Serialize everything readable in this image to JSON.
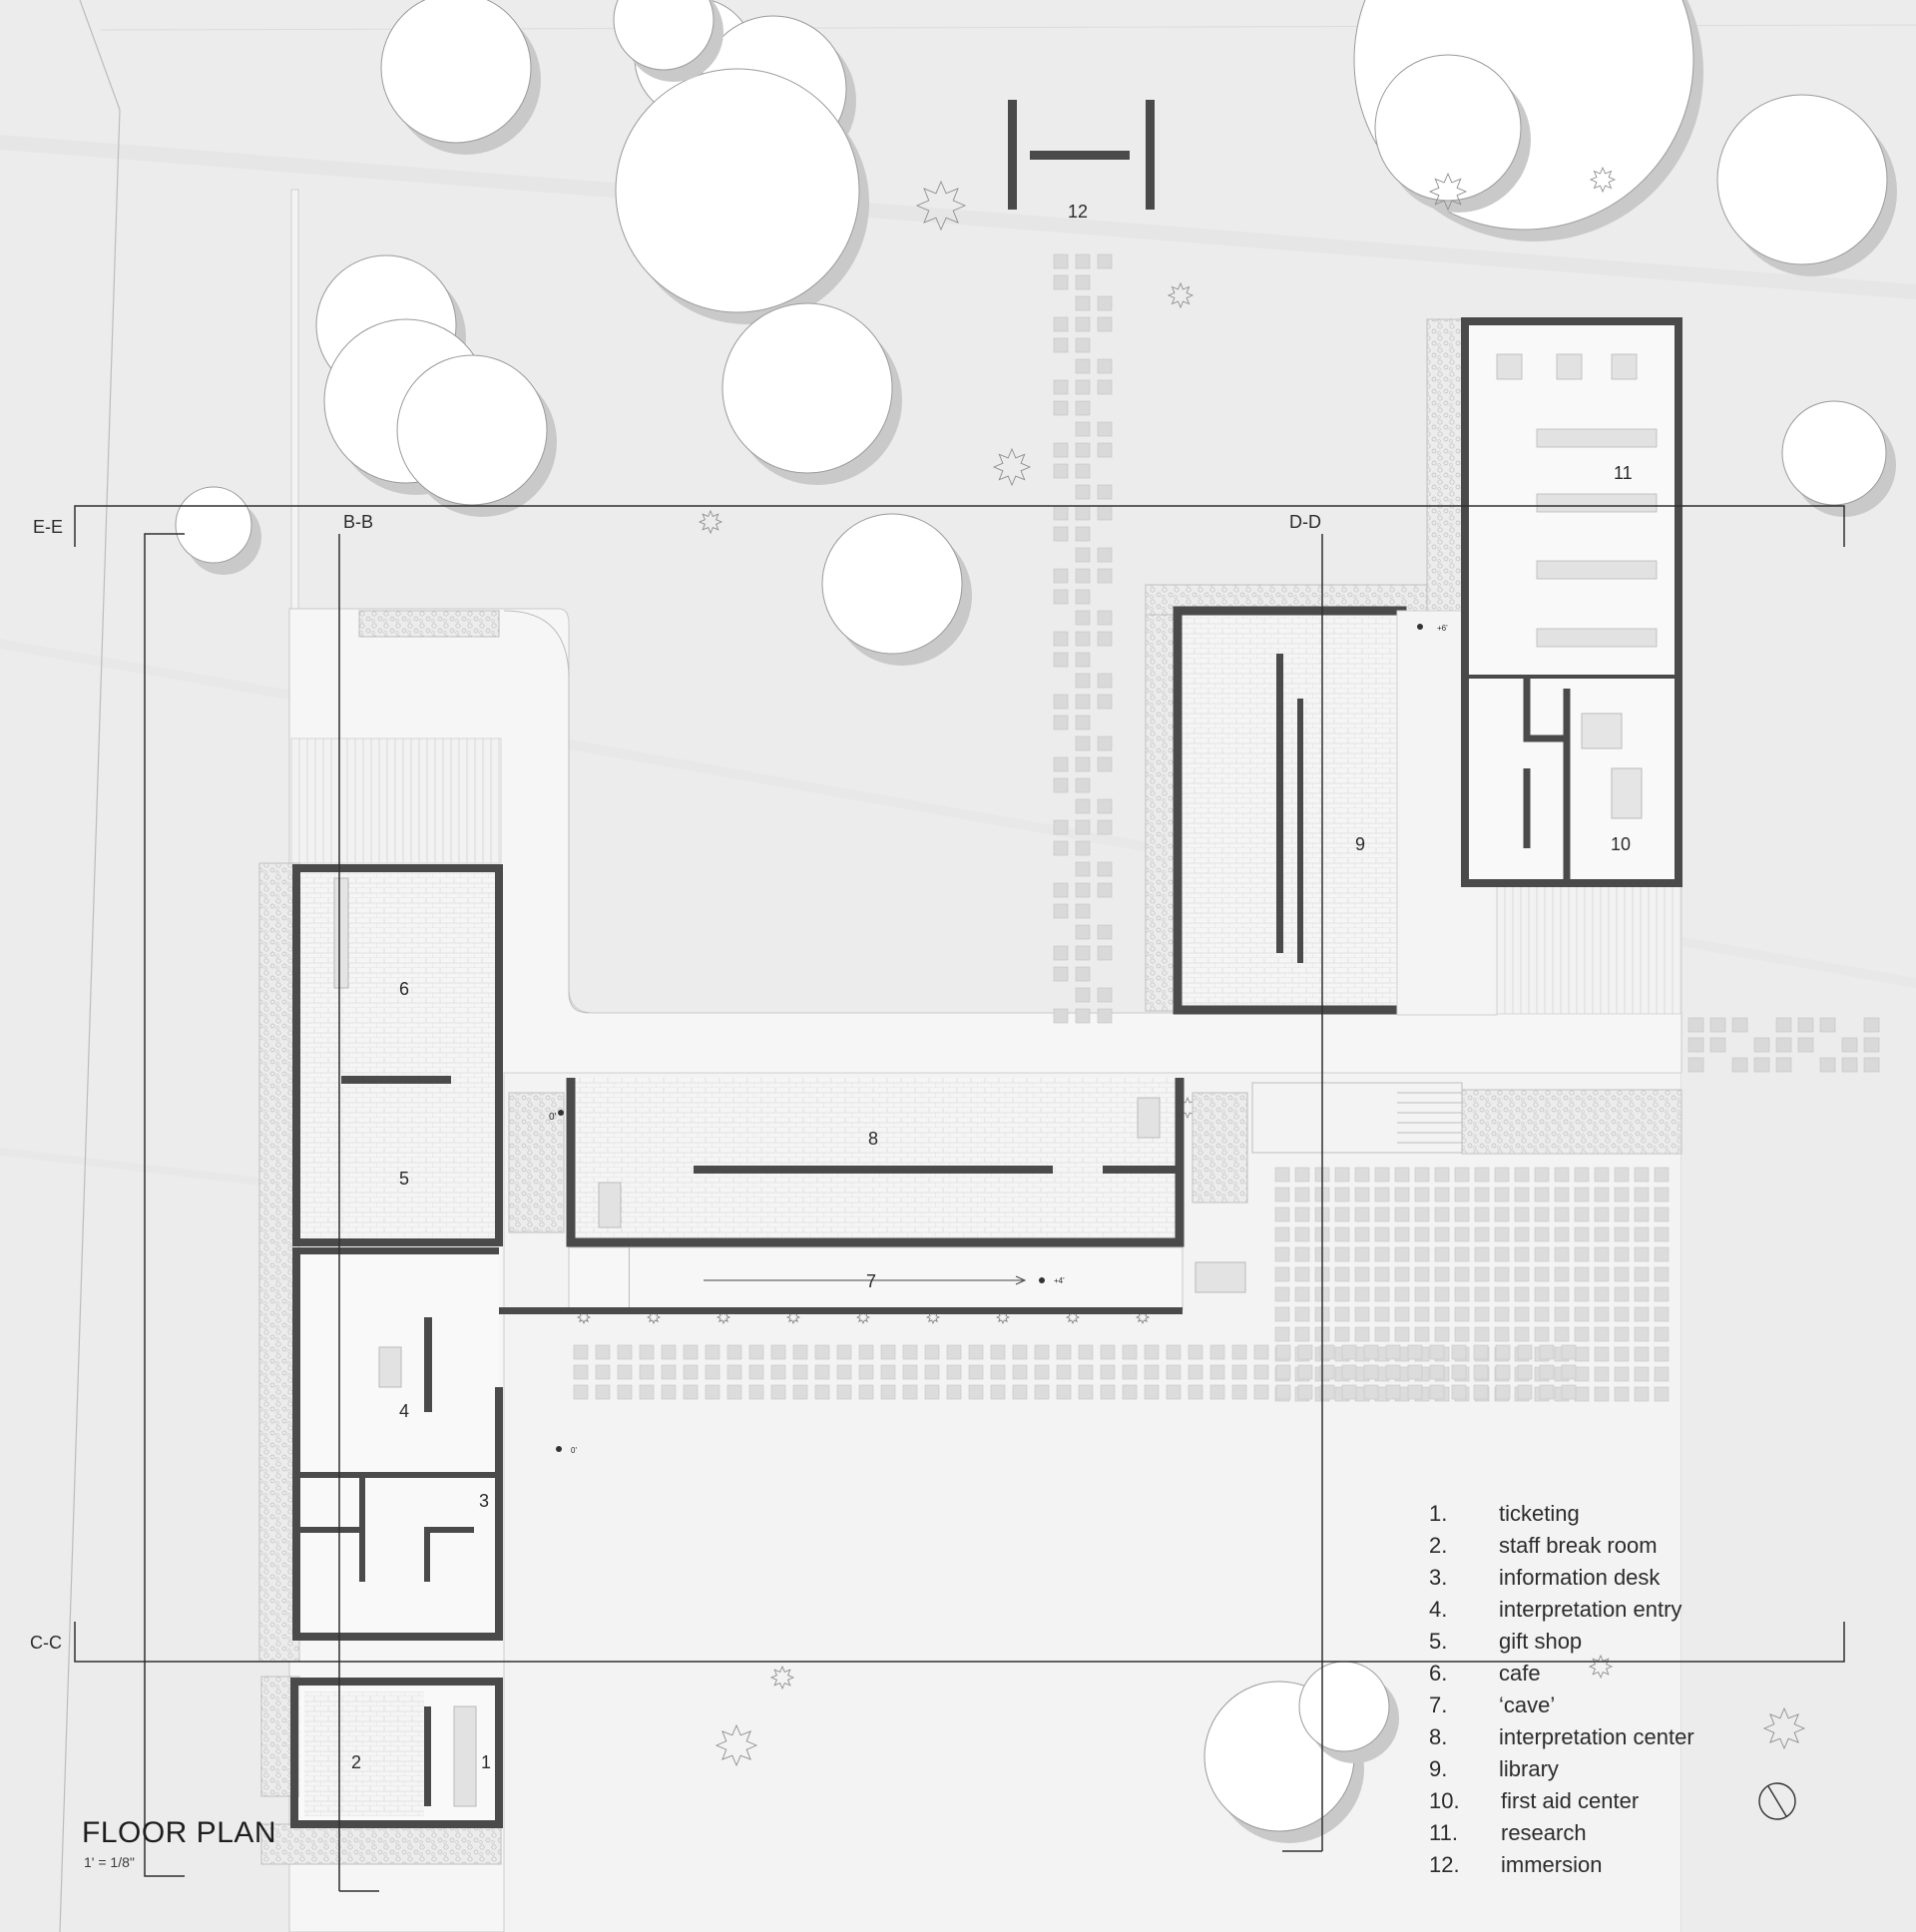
{
  "drawing": {
    "title": "FLOOR PLAN",
    "scale": "1' = 1/8\""
  },
  "section_marks": {
    "ee": "E-E",
    "bb": "B-B",
    "dd": "D-D",
    "cc": "C-C"
  },
  "room_numbers": {
    "r1": "1",
    "r2": "2",
    "r3": "3",
    "r4": "4",
    "r5": "5",
    "r6": "6",
    "r7": "7",
    "r8": "8",
    "r9": "9",
    "r10": "10",
    "r11": "11",
    "r12": "12"
  },
  "level_marks": {
    "l1": "+6'",
    "l2": "0'",
    "l3": "+4'",
    "l4": "0'"
  },
  "legend": [
    {
      "number": "1.",
      "label": "ticketing"
    },
    {
      "number": "2.",
      "label": "staff break room"
    },
    {
      "number": "3.",
      "label": "information desk"
    },
    {
      "number": "4.",
      "label": "interpretation entry"
    },
    {
      "number": "5.",
      "label": "gift shop"
    },
    {
      "number": "6.",
      "label": "cafe"
    },
    {
      "number": "7.",
      "label": "‘cave’"
    },
    {
      "number": "8.",
      "label": "interpretation center"
    },
    {
      "number": "9.",
      "label": "library"
    },
    {
      "number": "10.",
      "label": "first aid center"
    },
    {
      "number": "11.",
      "label": "research"
    },
    {
      "number": "12.",
      "label": "immersion"
    }
  ],
  "colors": {
    "ground": "#ececec",
    "paving": "#f7f7f7",
    "wall": "#4a4a4a",
    "tree_fill": "#ffffff",
    "tree_shadow": "#c9c9c9",
    "paver": "#d9d9d9",
    "planter": "#e3e3e3"
  }
}
